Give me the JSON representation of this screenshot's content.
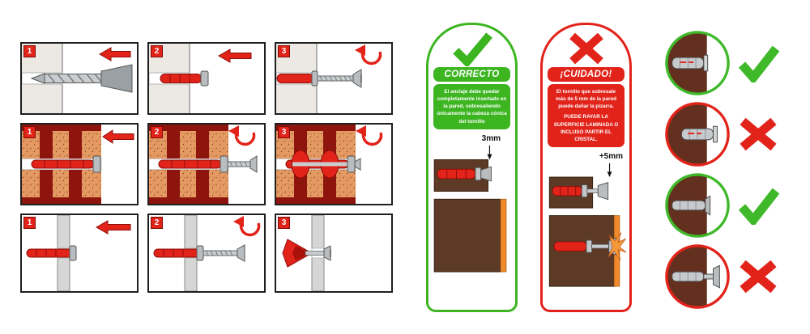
{
  "colors": {
    "accent_red": "#e2231a",
    "accent_red_dark": "#8e0e08",
    "success_green": "#3cb521",
    "brick_orange": "#e59a63",
    "brick_void_red": "#8e150d",
    "solid_wall_gray": "#ece9e4",
    "board_gray": "#d6d6d6",
    "metal_gray": "#c3c7c9",
    "wall_brown": "#5d3a26",
    "laminate_orange": "#ef8b2d",
    "circle_wall_brown": "#63301f"
  },
  "steps": {
    "rows": [
      {
        "surface": "solid-wall",
        "steps": [
          {
            "number": "1"
          },
          {
            "number": "2"
          },
          {
            "number": "3"
          }
        ]
      },
      {
        "surface": "hollow-brick",
        "steps": [
          {
            "number": "1"
          },
          {
            "number": "2"
          },
          {
            "number": "3"
          }
        ]
      },
      {
        "surface": "plasterboard",
        "steps": [
          {
            "number": "1"
          },
          {
            "number": "2"
          },
          {
            "number": "3"
          }
        ]
      }
    ]
  },
  "correct_card": {
    "title": "CORRECTO",
    "body": "El anclaje debe quedar completamente insertado en la pared, sobresaliendo únicamente la cabeza cónica del tornillo",
    "measurement": "3mm"
  },
  "caution_card": {
    "title": "¡CUIDADO!",
    "body": "El tornillo que sobresale más de 5 mm de la pared puede dañar la pizarra.",
    "body_emphasis": "PUEDE RAYAR LA SUPERFICIE LAMINADA O INCLUSO PARTIR EL CRISTAL.",
    "measurement": "+5mm"
  },
  "verdicts": [
    {
      "item": "anchor-fully-inserted",
      "result": "correct"
    },
    {
      "item": "anchor-protruding",
      "result": "incorrect"
    },
    {
      "item": "screw-head-flush",
      "result": "correct"
    },
    {
      "item": "screw-head-protruding",
      "result": "incorrect"
    }
  ],
  "icons": {
    "correct": "check",
    "incorrect": "cross"
  }
}
